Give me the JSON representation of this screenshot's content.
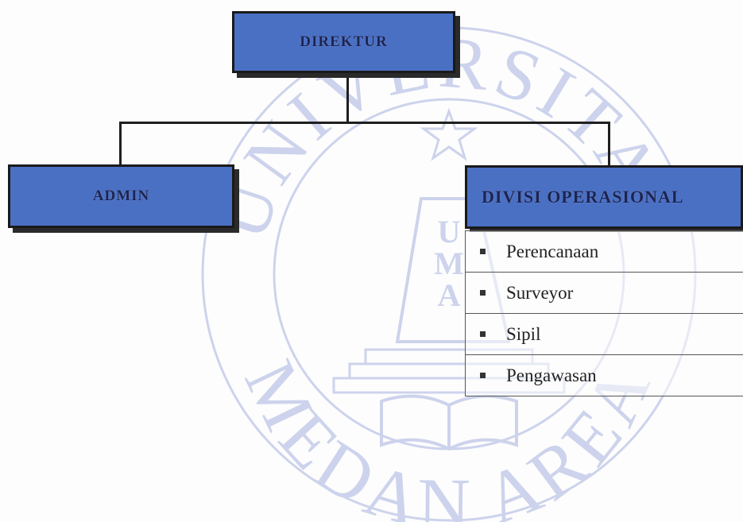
{
  "org_chart": {
    "director": {
      "label": "DIREKTUR"
    },
    "admin": {
      "label": "ADMIN"
    },
    "operations": {
      "label": "DIVISI OPERASIONAL",
      "items": [
        {
          "label": "Perencanaan"
        },
        {
          "label": "Surveyor"
        },
        {
          "label": "Sipil"
        },
        {
          "label": "Pengawasan"
        }
      ]
    }
  },
  "watermark": {
    "top_arc_text": "UNIVERSITAS",
    "bottom_arc_text": "MEDAN AREA",
    "center_text": [
      "U",
      "M",
      "A"
    ]
  },
  "colors": {
    "box_fill": "#4a70c4",
    "box_border": "#1a1a1a",
    "box_text": "#1c2450",
    "watermark": "#c8ceea"
  }
}
